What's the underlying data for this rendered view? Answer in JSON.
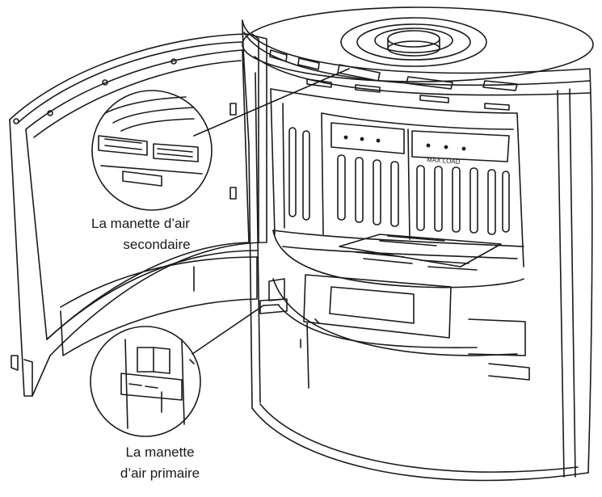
{
  "labels": {
    "secondary_air": {
      "line1": "La manette d’air",
      "line2": "secondaire"
    },
    "primary_air": {
      "line1": "La manette",
      "line2": "d’air primaire"
    }
  },
  "stove_marking": "MAX LOAD",
  "colors": {
    "line": "#1a1a1a",
    "background": "#ffffff"
  }
}
